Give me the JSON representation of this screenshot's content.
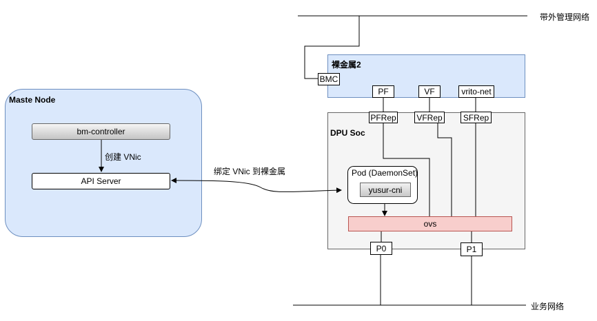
{
  "networks": {
    "oob": "带外管理网络",
    "business": "业务网络"
  },
  "bare_metal": {
    "title": "裸金属2",
    "bmc": "BMC",
    "pf": "PF",
    "vf": "VF",
    "vrito_net": "vrito-net"
  },
  "dpu": {
    "title": "DPU Soc",
    "pfrep": "PFRep",
    "vfrep": "VFRep",
    "sfrep": "SFRep",
    "pod_title": "Pod (DaemonSet)",
    "cni": "yusur-cni",
    "ovs": "ovs",
    "p0": "P0",
    "p1": "P1"
  },
  "master": {
    "title": "Maste Node",
    "controller": "bm-controller",
    "edge_label": "创建 VNic",
    "api_server": "API Server"
  },
  "edge_bind_label": "绑定 VNic 到裸金属",
  "colors": {
    "bare_metal_fill": "#dae8fc",
    "bare_metal_border": "#6c8ebf",
    "master_fill": "#dae8fc",
    "master_border": "#6c8ebf",
    "dpu_fill": "#f5f5f5",
    "dpu_border": "#666666",
    "ovs_fill": "#f8cecc",
    "ovs_border": "#b85450",
    "gray_box_fill": "#e0e0e0"
  }
}
